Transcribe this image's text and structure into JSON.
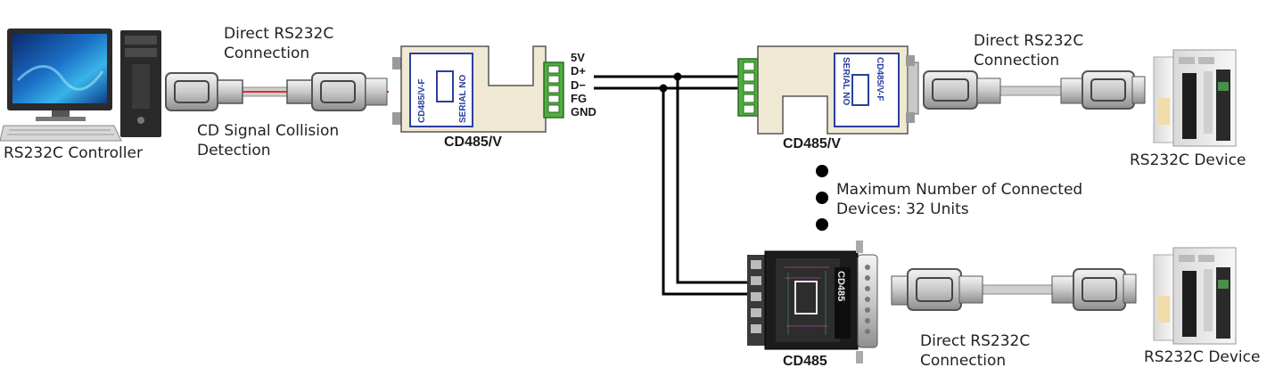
{
  "devices": {
    "controller_label": "RS232C Controller",
    "converter1_label": "CD485/V",
    "converter2_label": "CD485/V",
    "converter3_label": "CD485",
    "device1_label": "RS232C Device",
    "device2_label": "RS232C Device"
  },
  "connections": {
    "link1_line1": "Direct RS232C",
    "link1_line2": "Connection",
    "link2_line1": "Direct RS232C",
    "link2_line2": "Connection",
    "link3_line1": "Direct RS232C",
    "link3_line2": "Connection",
    "cd_line1": "CD Signal Collision",
    "cd_line2": "Detection"
  },
  "terminals": [
    "5V",
    "D+",
    "D−",
    "FG",
    "GND"
  ],
  "note": {
    "line1": "Maximum Number of Connected",
    "line2": "Devices: 32 Units"
  },
  "module_print": {
    "model_a": "CD485/V-F",
    "serial_a": "SERIAL NO",
    "model_b": "CD485/V-F",
    "serial_b": "SERIAL NO",
    "model_c": "CD485"
  },
  "colors": {
    "bus": "#000000",
    "module_body": "#efe8d3",
    "terminal_green": "#4fae3f",
    "label_blue": "#2a3f9e",
    "signal_red": "#e0302a"
  }
}
